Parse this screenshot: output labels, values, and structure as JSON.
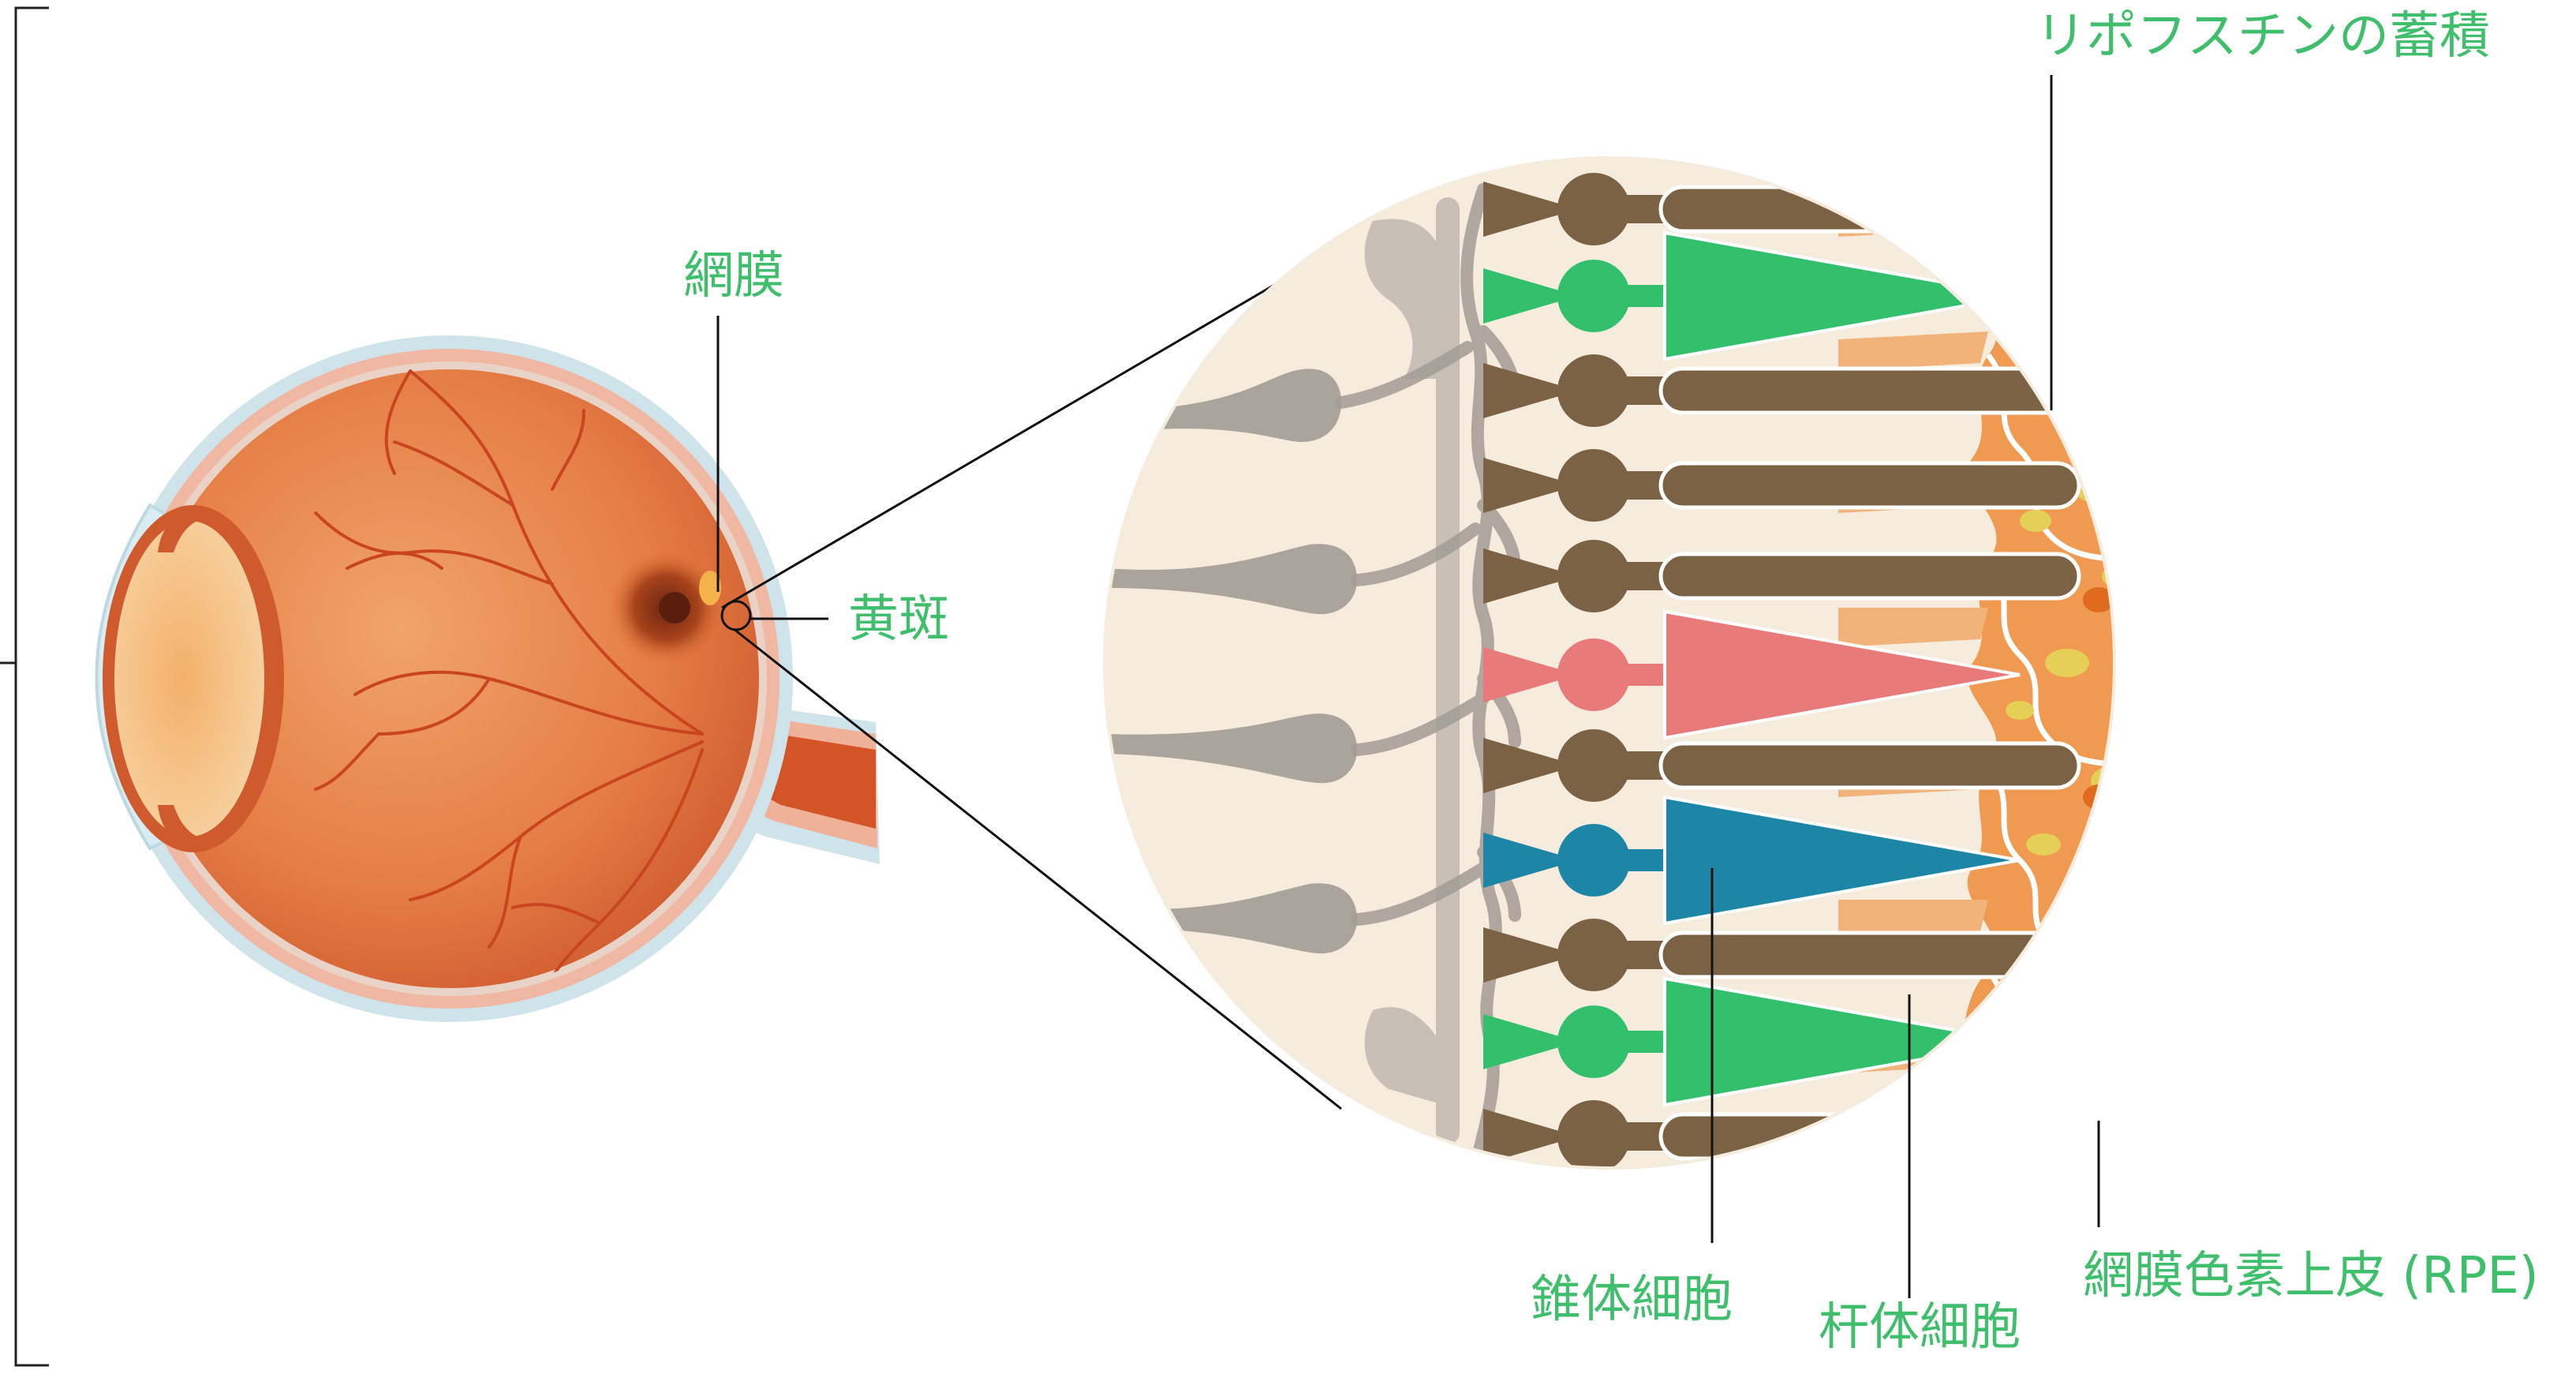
{
  "labels": {
    "retina": "網膜",
    "macula": "黄斑",
    "lipofuscin": "リポフスチンの蓄積",
    "cone": "錐体細胞",
    "rod": "杆体細胞",
    "rpe": "網膜色素上皮 (RPE)"
  },
  "colors": {
    "label": "#3fbf6b",
    "eyeball": "#e2733e",
    "sclera_outer": "#cfe4ea",
    "photoreceptor_brown": "#7b6244",
    "cone_green": "#33c06d",
    "cone_red": "#e97a7a",
    "cone_blue": "#1d86a6",
    "rpe_orange": "#ec9a52",
    "lipofuscin_yellow": "#e6cf56",
    "background_cream": "#f5ecdd",
    "neuron_gray": "#9f9892"
  }
}
